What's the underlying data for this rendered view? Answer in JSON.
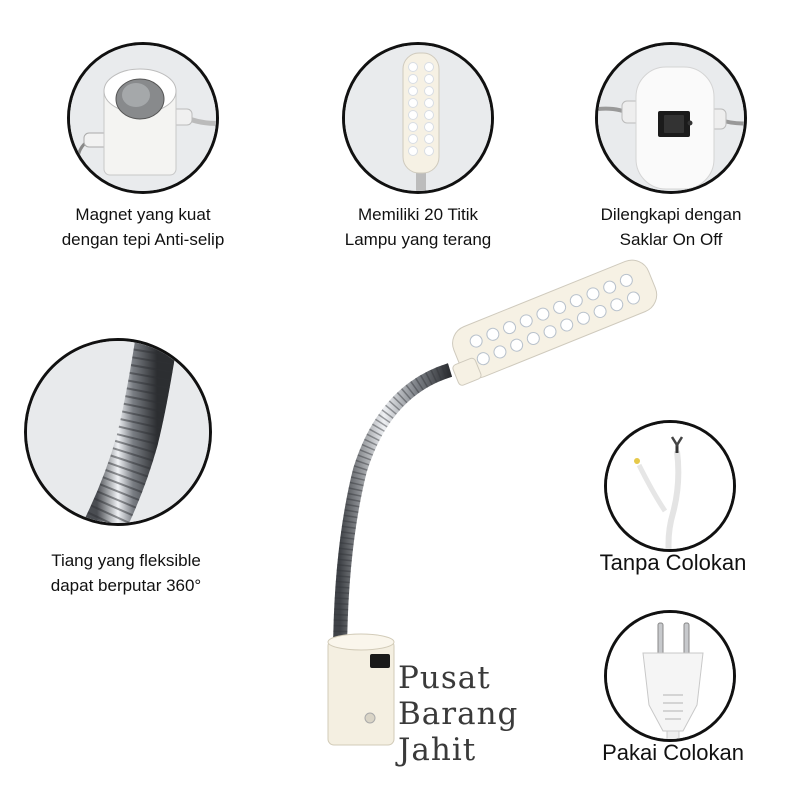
{
  "features": [
    {
      "caption_line1": "Magnet yang kuat",
      "caption_line2": "dengan tepi Anti-selip",
      "icon": "magnet-base-icon"
    },
    {
      "caption_line1": "Memiliki 20 Titik",
      "caption_line2": "Lampu yang terang",
      "icon": "led-panel-icon"
    },
    {
      "caption_line1": "Dilengkapi dengan",
      "caption_line2": "Saklar On Off",
      "icon": "switch-icon"
    },
    {
      "caption_line1": "Tiang yang fleksible",
      "caption_line2": "dapat berputar 360°",
      "icon": "gooseneck-icon"
    }
  ],
  "options": [
    {
      "label": "Tanpa Colokan",
      "icon": "bare-wire-icon"
    },
    {
      "label": "Pakai Colokan",
      "icon": "plug-icon"
    }
  ],
  "watermark": {
    "line1": "Pusat",
    "line2": "Barang",
    "line3": "Jahit"
  },
  "colors": {
    "border": "#111111",
    "circle_bg": "#e8eaec",
    "led": "#f4f7fb",
    "lamp_body": "#f6f1e4"
  }
}
